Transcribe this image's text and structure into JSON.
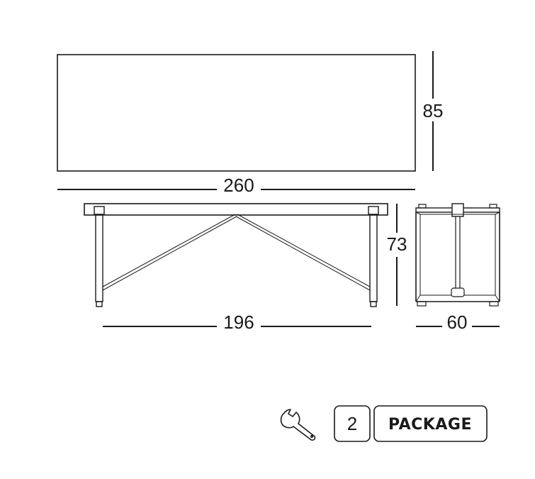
{
  "dimensions": {
    "top_length": "260",
    "top_depth": "85",
    "leg_span": "196",
    "height": "73",
    "side_depth": "60"
  },
  "assembly": {
    "tool_icon": "wrench-icon",
    "package_count": "2",
    "package_label": "PACKAGE"
  },
  "colors": {
    "line": "#1a1a1a",
    "background": "#ffffff"
  }
}
